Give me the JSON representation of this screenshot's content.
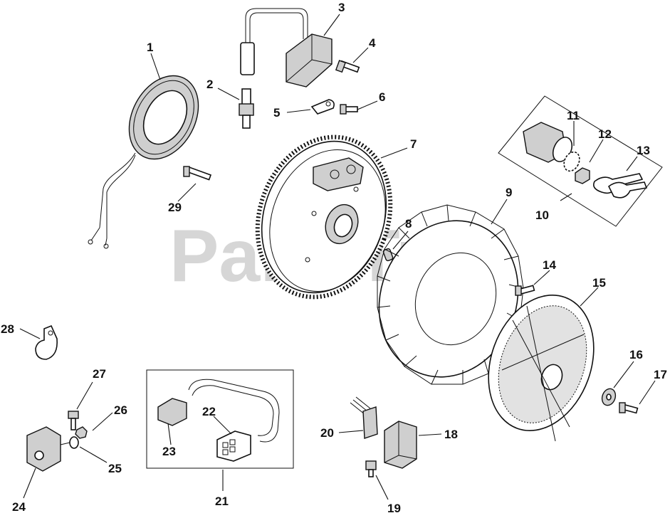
{
  "watermark": "PartsTree",
  "callouts": [
    {
      "id": "1",
      "label": "1"
    },
    {
      "id": "2",
      "label": "2"
    },
    {
      "id": "3",
      "label": "3"
    },
    {
      "id": "4",
      "label": "4"
    },
    {
      "id": "5",
      "label": "5"
    },
    {
      "id": "6",
      "label": "6"
    },
    {
      "id": "7",
      "label": "7"
    },
    {
      "id": "8",
      "label": "8"
    },
    {
      "id": "9",
      "label": "9"
    },
    {
      "id": "10",
      "label": "10"
    },
    {
      "id": "11",
      "label": "11"
    },
    {
      "id": "12",
      "label": "12"
    },
    {
      "id": "13",
      "label": "13"
    },
    {
      "id": "14",
      "label": "14"
    },
    {
      "id": "15",
      "label": "15"
    },
    {
      "id": "16",
      "label": "16"
    },
    {
      "id": "17",
      "label": "17"
    },
    {
      "id": "18",
      "label": "18"
    },
    {
      "id": "19",
      "label": "19"
    },
    {
      "id": "20",
      "label": "20"
    },
    {
      "id": "21",
      "label": "21"
    },
    {
      "id": "22",
      "label": "22"
    },
    {
      "id": "23",
      "label": "23"
    },
    {
      "id": "24",
      "label": "24"
    },
    {
      "id": "25",
      "label": "25"
    },
    {
      "id": "26",
      "label": "26"
    },
    {
      "id": "27",
      "label": "27"
    },
    {
      "id": "28",
      "label": "28"
    },
    {
      "id": "29",
      "label": "29"
    }
  ]
}
